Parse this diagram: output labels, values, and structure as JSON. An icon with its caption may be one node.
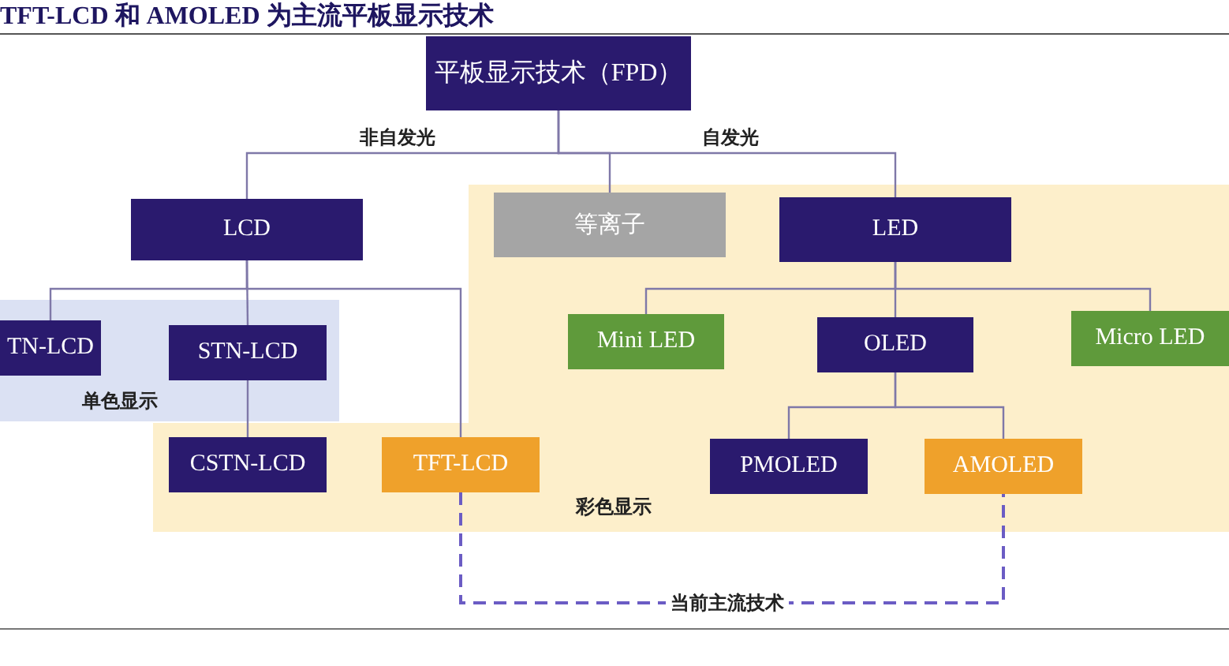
{
  "diagram": {
    "title": "TFT-LCD 和 AMOLED 为主流平板显示技术",
    "nodes": [
      {
        "text": [
          "平板显示技术（FPD）"
        ]
      },
      {
        "text": [
          "LCD"
        ]
      },
      {
        "text": [
          "彩色显示"
        ]
      },
      {
        "text": [
          "等离子"
        ],
        "in": 2
      },
      {
        "text": [
          "LED"
        ],
        "in": 2
      },
      {
        "text": [
          "单色显示"
        ]
      },
      {
        "text": [
          "TN-LCD"
        ],
        "in": 5
      },
      {
        "text": [
          "STN-LCD"
        ],
        "in": 5
      },
      {
        "text": [
          "Mini LED"
        ],
        "in": 2
      },
      {
        "text": [
          "OLED"
        ],
        "in": 2
      },
      {
        "text": [
          "Micro LED"
        ],
        "in": 2
      },
      {
        "text": [
          "CSTN-LCD"
        ],
        "in": 2
      },
      {
        "text": [
          "TFT-LCD"
        ],
        "in": 2
      },
      {
        "text": [
          "PMOLED"
        ],
        "in": 2
      },
      {
        "text": [
          "AMOLED"
        ],
        "in": 2
      }
    ],
    "edges": [
      {
        "from": 0,
        "to": 1,
        "arrow": "none",
        "label": "非自发光"
      },
      {
        "from": 0,
        "to": 3,
        "arrow": "none"
      },
      {
        "from": 0,
        "to": 4,
        "arrow": "none",
        "label": "自发光"
      },
      {
        "from": 1,
        "to": 6,
        "arrow": "none"
      },
      {
        "from": 1,
        "to": 7,
        "arrow": "none"
      },
      {
        "from": 1,
        "to": 12,
        "arrow": "none"
      },
      {
        "from": 7,
        "to": 11,
        "arrow": "none"
      },
      {
        "from": 4,
        "to": 8,
        "arrow": "none"
      },
      {
        "from": 4,
        "to": 9,
        "arrow": "none"
      },
      {
        "from": 4,
        "to": 10,
        "arrow": "none"
      },
      {
        "from": 9,
        "to": 13,
        "arrow": "none"
      },
      {
        "from": 9,
        "to": 14,
        "arrow": "none"
      },
      {
        "from": 12,
        "to": 14,
        "arrow": "none",
        "label": "当前主流技术",
        "style": "dashed",
        "color": "#6b5cc4"
      }
    ]
  }
}
